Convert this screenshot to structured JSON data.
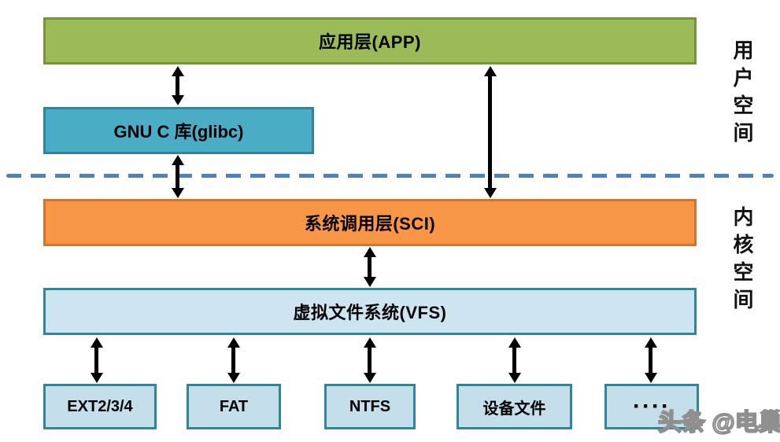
{
  "diagram": {
    "layers": {
      "app": {
        "label": "应用层(APP)",
        "fill": "#9BBB59",
        "border": "#77933C"
      },
      "glibc": {
        "label": "GNU C 库(glibc)",
        "fill": "#4BACC6",
        "border": "#31859B"
      },
      "sci": {
        "label": "系统调用层(SCI)",
        "fill": "#F79646",
        "border": "#D4742A"
      },
      "vfs": {
        "label": "虚拟文件系统(VFS)",
        "fill": "#CDE5F0",
        "border": "#31859B"
      }
    },
    "filesystems": [
      {
        "label": "EXT2/3/4"
      },
      {
        "label": "FAT"
      },
      {
        "label": "NTFS"
      },
      {
        "label": "设备文件"
      },
      {
        "label": "····"
      }
    ],
    "space_labels": {
      "user": "用户空间",
      "kernel": "内核空间"
    },
    "divider_color": "#4F81BD",
    "arrow_color": "#000000",
    "watermark": "头条 @电巢"
  }
}
